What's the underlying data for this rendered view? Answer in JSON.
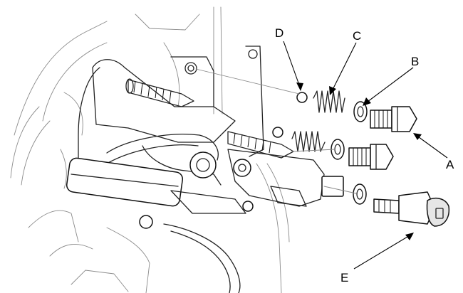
{
  "callouts": {
    "a": "A",
    "b": "B",
    "c": "C",
    "d": "D",
    "e": "E"
  },
  "colors": {
    "line": "#111111",
    "background": "#ffffff"
  }
}
